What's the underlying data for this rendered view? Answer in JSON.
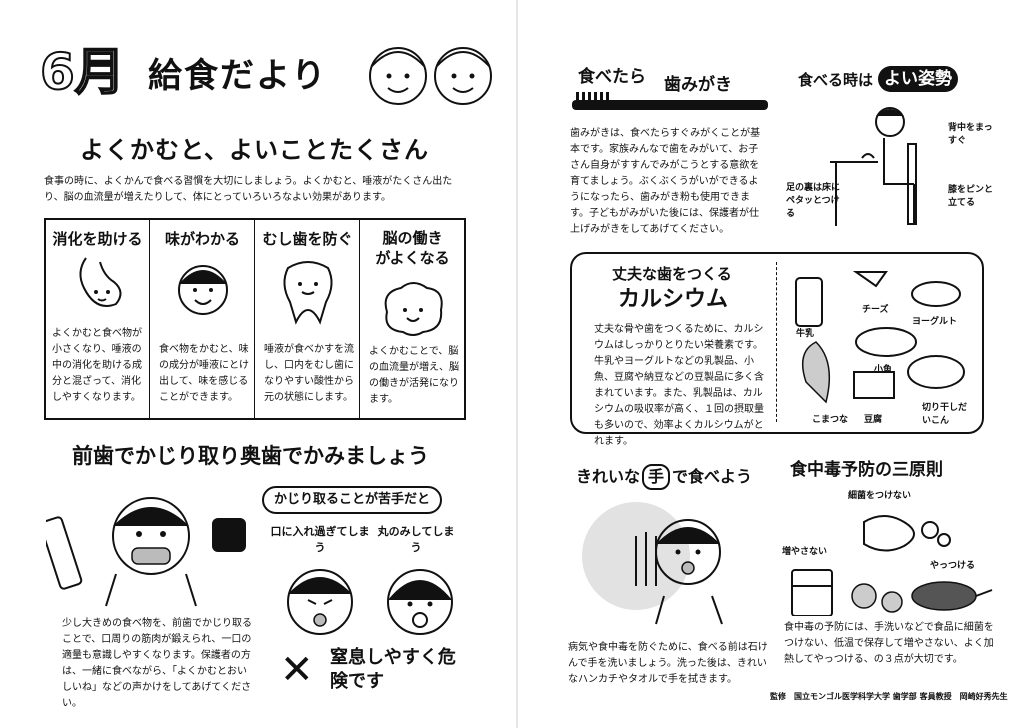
{
  "header": {
    "month": "6月",
    "title": "給食だより"
  },
  "left": {
    "section1": {
      "heading": "よくかむと、よいことたくさん",
      "intro": "食事の時に、よくかんで食べる習慣を大切にしましょう。よくかむと、唾液がたくさん出たり、脳の血流量が増えたりして、体にとっていろいろなよい効果があります。",
      "cards": [
        {
          "title": "消化を助ける",
          "text": "よくかむと食べ物が小さくなり、唾液の中の消化を助ける成分と混ざって、消化しやすくなります。"
        },
        {
          "title": "味がわかる",
          "text": "食べ物をかむと、味の成分が唾液にとけ出して、味を感じることができます。"
        },
        {
          "title": "むし歯を防ぐ",
          "text": "唾液が食べかすを流し、口内をむし歯になりやすい酸性から元の状態にします。"
        },
        {
          "title": "脳の働きがよくなる",
          "text": "よくかむことで、脳の血流量が増え、脳の働きが活発になります。"
        }
      ]
    },
    "section2": {
      "heading": "前歯でかじり取り奥歯でかみましょう",
      "text": "少し大きめの食べ物を、前歯でかじり取ることで、口周りの筋肉が鍛えられ、一口の適量も意識しやすくなります。保護者の方は、一緒に食べながら、「よくかむとおいしいね」などの声かけをしてあげてください。",
      "pill": "かじり取ることが苦手だと",
      "bad1": "口に入れ過ぎてしまう",
      "bad2": "丸のみしてしまう",
      "x_mark": "✕",
      "warning": "窒息しやすく危険です"
    }
  },
  "right": {
    "brush": {
      "heading_part1": "食べたら",
      "heading_part2": "歯みがき",
      "text": "歯みがきは、食べたらすぐみがくことが基本です。家族みんなで歯をみがいて、お子さん自身がすすんでみがこうとする意欲を育てましょう。ぶくぶくうがいができるようになったら、歯みがき粉も使用できます。子どもがみがいた後には、保護者が仕上げみがきをしてあげてください。"
    },
    "posture": {
      "heading_part1": "食べる時は",
      "heading_part2": "よい姿勢",
      "label_back": "背中をまっすぐ",
      "label_knee": "膝をピンと立てる",
      "label_feet": "足の裏は床にペタッとつける"
    },
    "calcium": {
      "heading_small": "丈夫な歯をつくる",
      "heading_big": "カルシウム",
      "text": "丈夫な骨や歯をつくるために、カルシウムはしっかりとりたい栄養素です。牛乳やヨーグルトなどの乳製品、小魚、豆腐や納豆などの豆製品に多く含まれています。また、乳製品は、カルシウムの吸収率が高く、１回の摂取量も多いので、効率よくカルシウムがとれます。",
      "foods": [
        "牛乳",
        "チーズ",
        "ヨーグルト",
        "小魚",
        "こまつな",
        "豆腐",
        "切り干しだいこん"
      ]
    },
    "hands": {
      "heading_a": "きれいな",
      "heading_b": "手",
      "heading_c": "で食べよう",
      "text": "病気や食中毒を防ぐために、食べる前は石けんで手を洗いましょう。洗った後は、きれいなハンカチやタオルで手を拭きます。"
    },
    "poison": {
      "heading": "食中毒予防の三原則",
      "rule1": "細菌をつけない",
      "rule2": "増やさない",
      "rule3": "やっつける",
      "text": "食中毒の予防には、手洗いなどで食品に細菌をつけない、低温で保存して増やさない、よく加熱してやっつける、の３点が大切です。"
    },
    "credit": "監修　国立モンゴル医学科学大学 歯学部 客員教授　岡崎好秀先生"
  }
}
